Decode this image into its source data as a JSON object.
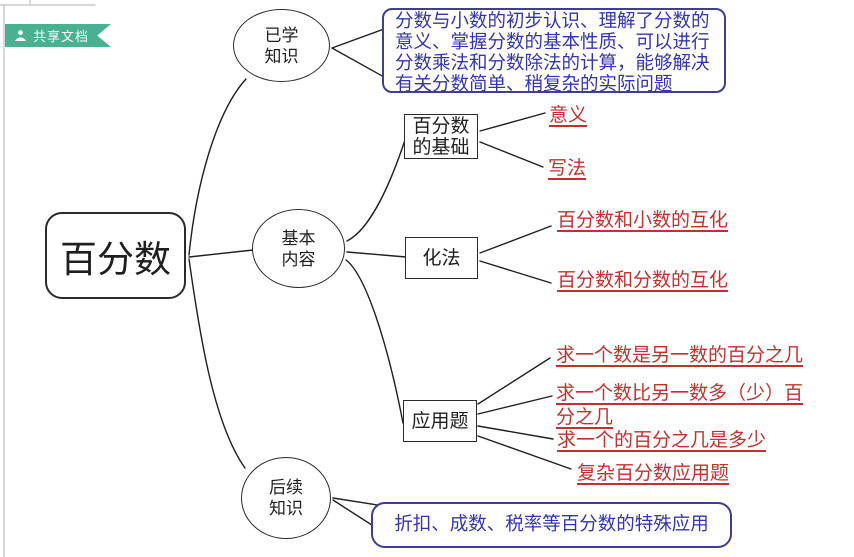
{
  "badge": {
    "label": "共享文档"
  },
  "root": {
    "label": "百分数"
  },
  "branches": {
    "learned": {
      "line1": "已学",
      "line2": "知识"
    },
    "basic": {
      "line1": "基本",
      "line2": "内容"
    },
    "future": {
      "line1": "后续",
      "line2": "知识"
    }
  },
  "notes": {
    "learned": "分数与小数的初步认识、理解了分数的意义、掌握分数的基本性质、可以进行分数乘法和分数除法的计算，能够解决有关分数简单、稍复杂的实际问题",
    "future": "折扣、成数、税率等百分数的特殊应用"
  },
  "boxes": {
    "foundation": {
      "line1": "百分数",
      "line2": "的基础"
    },
    "conversion": {
      "label": "化法"
    },
    "application": {
      "label": "应用题"
    }
  },
  "leaves": {
    "foundation": [
      "意义",
      "写法"
    ],
    "conversion": [
      "百分数和小数的互化",
      "百分数和分数的互化"
    ],
    "application": [
      "求一个数是另一数的百分之几",
      "求一个数比另一数多（少）百分之几",
      "求一个的百分之几是多少",
      "复杂百分数应用题"
    ]
  },
  "colors": {
    "badge_teal": "#49b192",
    "link_red": "#bf322f",
    "note_blue": "#3434ad",
    "note_border": "#3f3f90",
    "line_black": "#1f1f1f"
  }
}
